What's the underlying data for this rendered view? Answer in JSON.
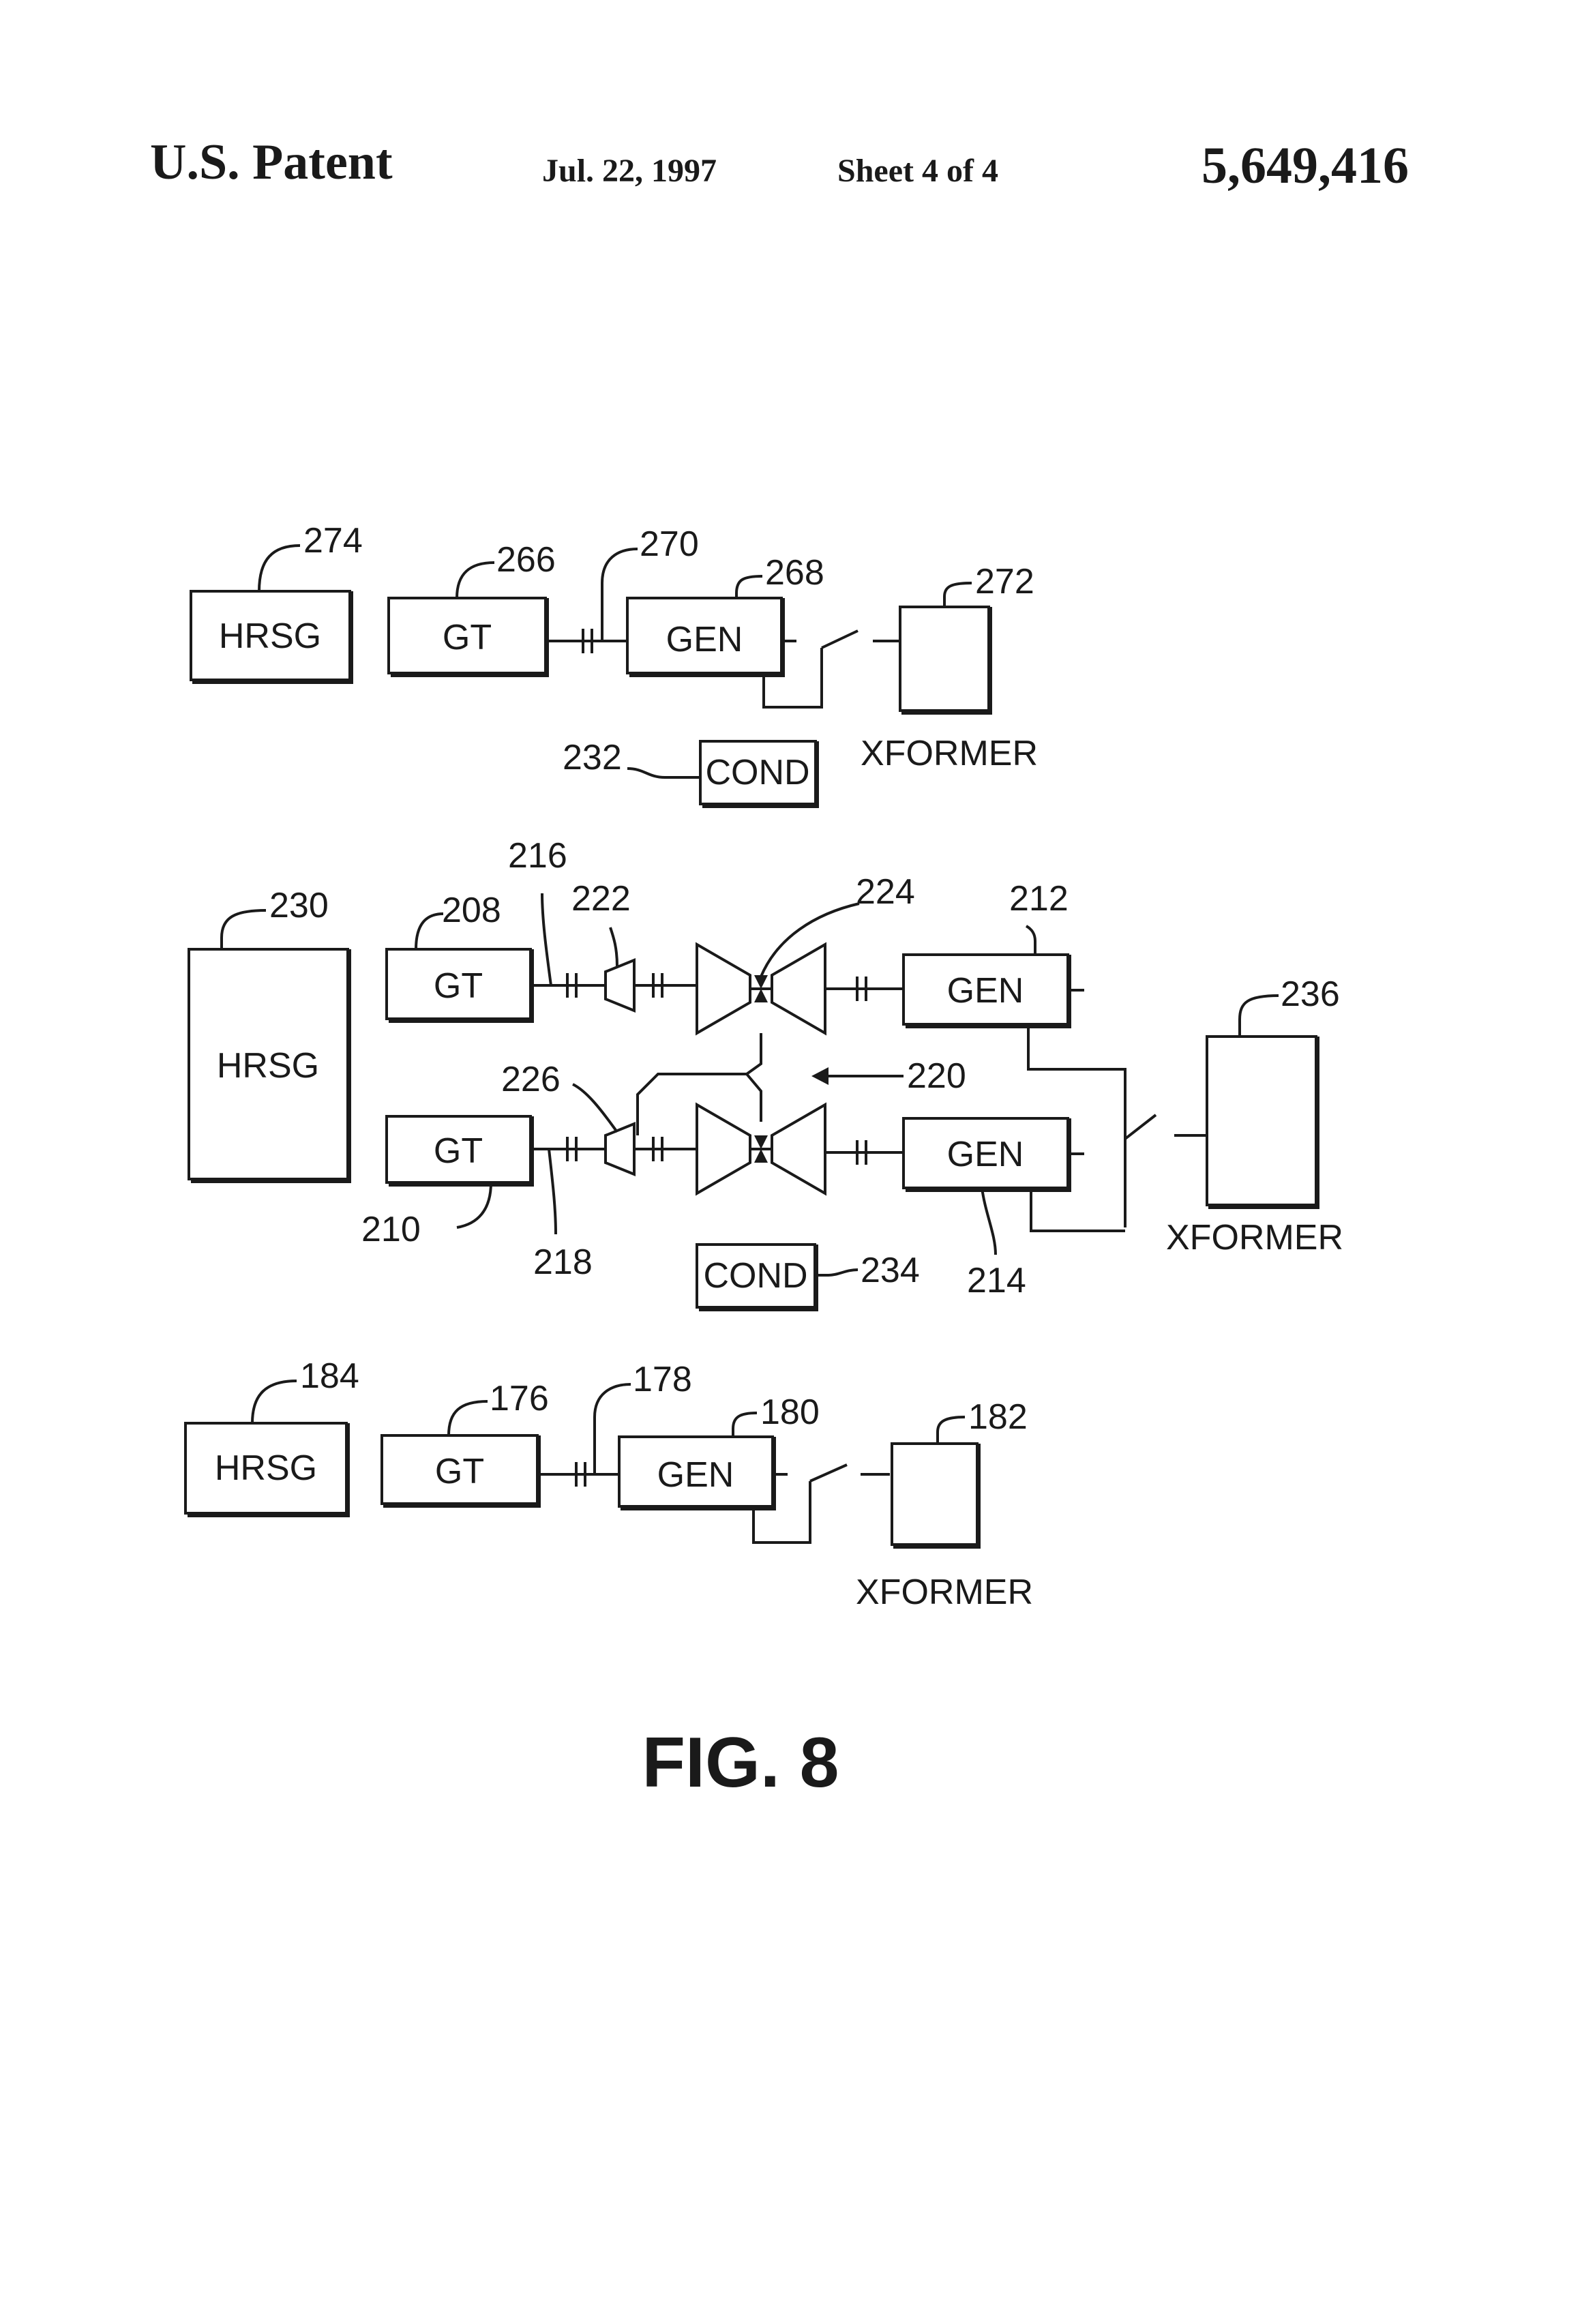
{
  "header": {
    "left": "U.S. Patent",
    "date": "Jul. 22, 1997",
    "sheet": "Sheet 4 of 4",
    "number": "5,649,416"
  },
  "labels": {
    "hrsg": "HRSG",
    "gt": "GT",
    "gen": "GEN",
    "cond": "COND",
    "xformer": "XFORMER"
  },
  "refs": {
    "r274": "274",
    "r266": "266",
    "r270": "270",
    "r268": "268",
    "r272": "272",
    "r232": "232",
    "r216": "216",
    "r222": "222",
    "r224": "224",
    "r212": "212",
    "r230": "230",
    "r208": "208",
    "r236": "236",
    "r226": "226",
    "r220": "220",
    "r210": "210",
    "r218": "218",
    "r234": "234",
    "r214": "214",
    "r184": "184",
    "r176": "176",
    "r178": "178",
    "r180": "180",
    "r182": "182"
  },
  "figure_caption": "FIG. 8"
}
